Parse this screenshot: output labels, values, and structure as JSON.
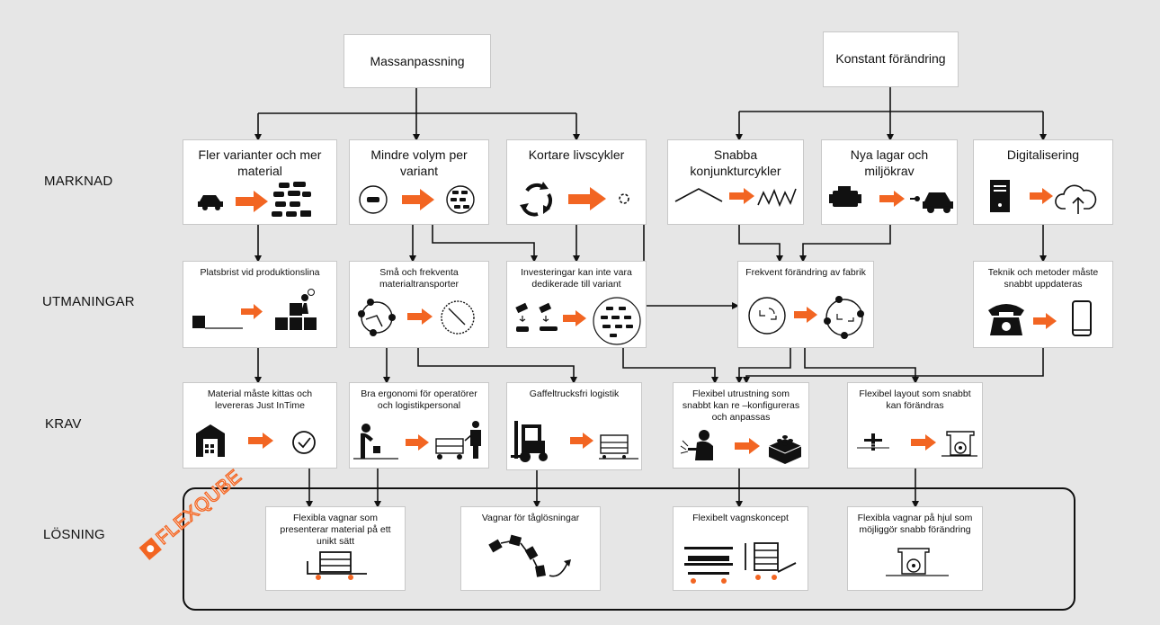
{
  "colors": {
    "accent": "#f26522",
    "background": "#e6e6e6",
    "line": "#111111"
  },
  "top": {
    "massanpassning": "Massanpassning",
    "konstant": "Konstant förändring"
  },
  "row_labels": {
    "marknad": "MARKNAD",
    "utmaningar": "UTMANINGAR",
    "krav": "KRAV",
    "losning": "LÖSNING"
  },
  "marknad": {
    "fler": "Fler varianter och mer material",
    "mindre": "Mindre volym per variant",
    "kortare": "Kortare livscykler",
    "snabba": "Snabba konjunkturcykler",
    "nya": "Nya lagar och miljökrav",
    "digital": "Digitalisering"
  },
  "utmaningar": {
    "platsbrist": "Platsbrist vid produktionslina",
    "sma": "Små och frekventa materialtransporter",
    "investeringar": "Investeringar kan inte vara dedikerade till variant",
    "frekvent": "Frekvent förändring av fabrik",
    "teknik": "Teknik och metoder måste snabbt uppdateras"
  },
  "krav": {
    "kittas": "Material måste kittas och levereras Just InTime",
    "ergonomi": "Bra ergonomi för operatörer och logistikpersonal",
    "gaffel": "Gaffeltrucksfri logistik",
    "utrustning": "Flexibel utrustning som snabbt kan re –konfigureras och anpassas",
    "layout": "Flexibel layout som snabbt kan förändras"
  },
  "losning": {
    "vagnar": "Flexibla vagnar som presenterar material på ett unikt sätt",
    "tag": "Vagnar för tåglösningar",
    "koncept": "Flexibelt vagnskoncept",
    "hjul": "Flexibla vagnar på hjul som möjliggör snabb förändring"
  },
  "logo": {
    "text": "FLEXQUBE"
  },
  "icons": [
    "car-icon",
    "cars-icon",
    "circle-icon",
    "cycle-icon",
    "zigzag-icon",
    "engine-icon",
    "electric-car-icon",
    "computer-icon",
    "cloud-upload-icon",
    "box-icon",
    "stacked-boxes-icon",
    "clock-icon",
    "money-icon",
    "factory-icon",
    "phone-icon",
    "smartphone-icon",
    "warehouse-icon",
    "timer-icon",
    "worker-icon",
    "cart-icon",
    "forklift-icon",
    "welder-icon",
    "lego-brick-icon",
    "caster-icon",
    "train-icon"
  ]
}
